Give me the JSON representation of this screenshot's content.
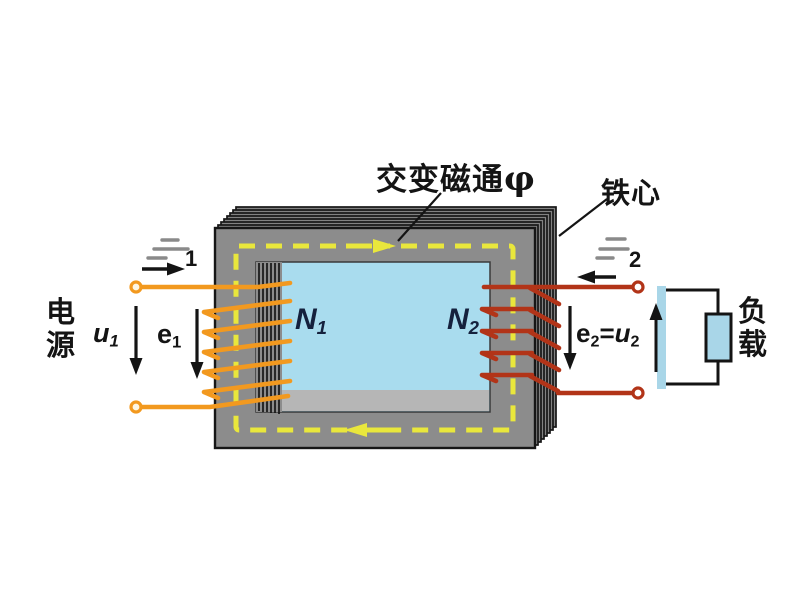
{
  "labels": {
    "flux_text": "交变磁通",
    "flux_symbol": "φ",
    "core": "铁心",
    "source": "电源",
    "load": "负载",
    "primary_winding": {
      "base": "N",
      "sub": "1"
    },
    "secondary_winding": {
      "base": "N",
      "sub": "2"
    },
    "primary_voltage": {
      "base": "u",
      "sub": "1"
    },
    "primary_emf": {
      "base": "e",
      "sub": "1"
    },
    "secondary_emf_eq": {
      "e_base": "e",
      "e_sub": "2",
      "equals": "=",
      "u_base": "u",
      "u_sub": "2"
    },
    "primary_current_sub": "1",
    "secondary_current_sub": "2"
  },
  "colors": {
    "core_gray": "#8c8c8c",
    "lamination_edge": "#161616",
    "window_blue": "#a9dcee",
    "window_floor_gray": "#b6b6b6",
    "flux_yellow": "#e9e73c",
    "primary_coil_orange": "#f2991f",
    "secondary_coil_red": "#b23418",
    "winding_label_navy": "#15213d",
    "load_fill_blue": "#a9d6e8",
    "line_black": "#141414",
    "current_symbol_gray": "#8a8a8a"
  }
}
